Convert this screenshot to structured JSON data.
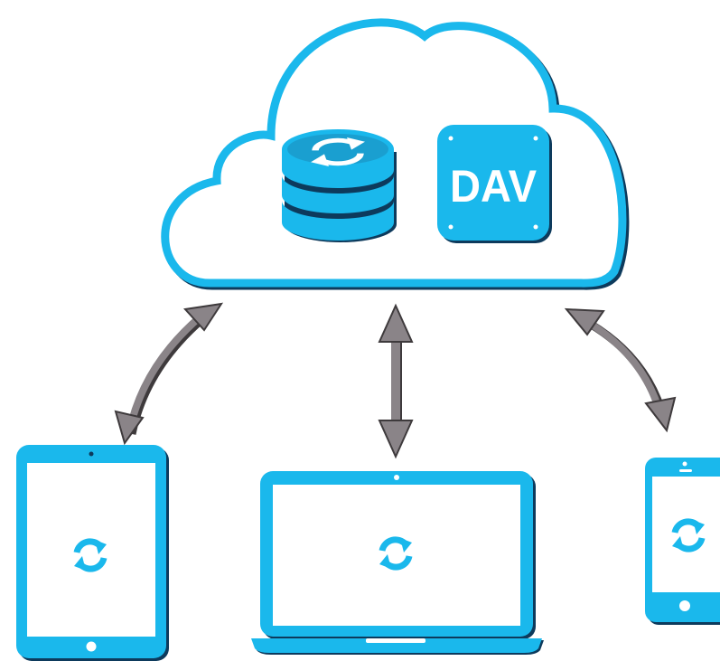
{
  "diagram": {
    "cloud": {
      "storage_icon": "database-sync-icon",
      "protocol_badge": "DAV"
    },
    "devices": [
      {
        "kind": "tablet",
        "icon": "tablet-icon",
        "status_icon": "sync-icon"
      },
      {
        "kind": "laptop",
        "icon": "laptop-icon",
        "status_icon": "sync-icon"
      },
      {
        "kind": "phone",
        "icon": "phone-icon",
        "status_icon": "sync-icon"
      }
    ],
    "connections": [
      "bidirectional",
      "bidirectional",
      "bidirectional"
    ],
    "colors": {
      "accent": "#1ab8ec",
      "accent_dark": "#1380b2",
      "shadow": "#0d3a5c",
      "arrow": "#8a8488",
      "arrow_shadow": "#3e3a3c",
      "background": "#ffffff"
    }
  }
}
